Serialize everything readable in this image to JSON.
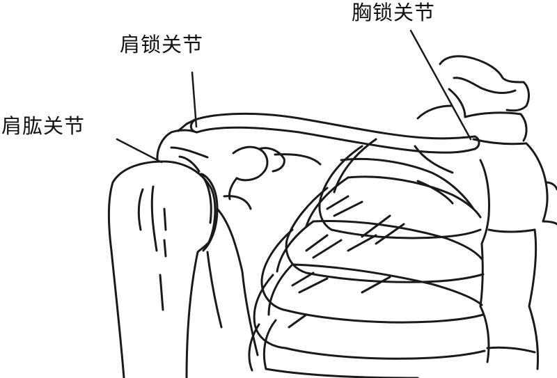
{
  "labels": {
    "sternoclavicular": "胸锁关节",
    "acromioclavicular": "肩锁关节",
    "glenohumeral": "肩肱关节"
  },
  "colors": {
    "ink": "#1a1a1a",
    "background": "#ffffff"
  }
}
